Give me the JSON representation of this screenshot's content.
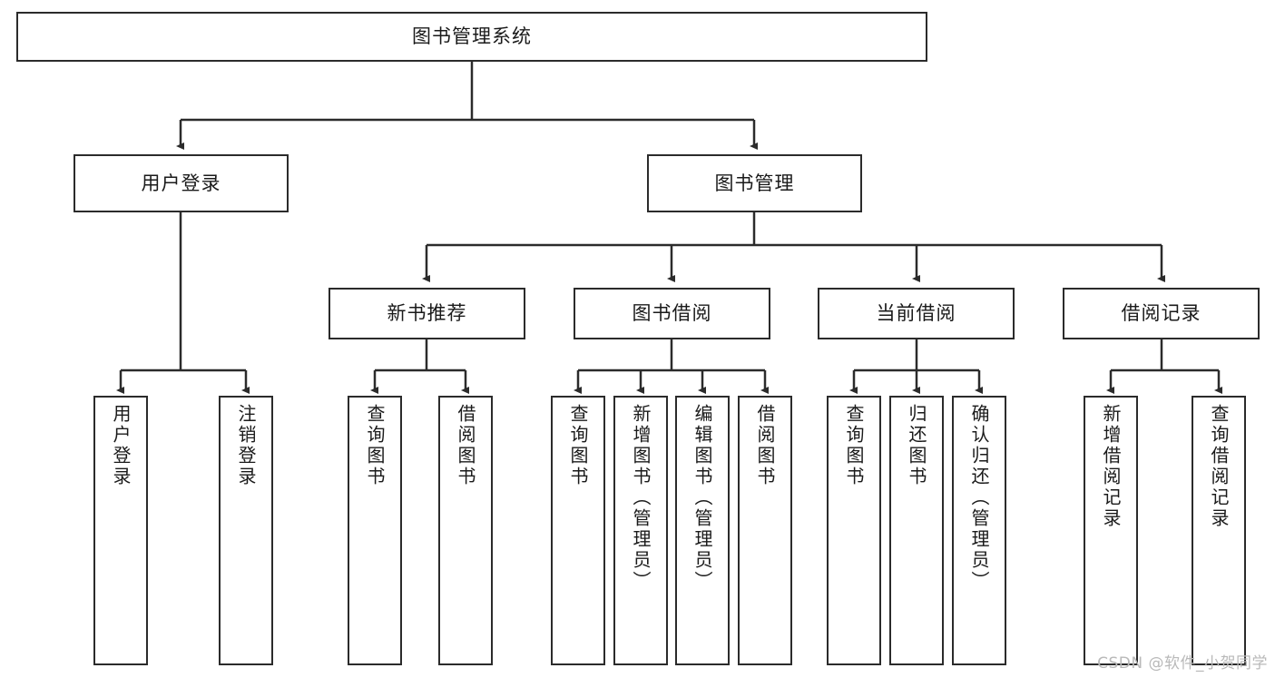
{
  "diagram": {
    "title": "图书管理系统",
    "type": "tree-hierarchy-flowchart",
    "watermark": "CSDN @软件_小贺同学",
    "colors": {
      "box_border": "#2b2b2b",
      "box_fill": "#ffffff",
      "edge": "#2b2b2b",
      "text": "#1a1a1a",
      "watermark": "#b9b9b9",
      "background": "#ffffff"
    }
  },
  "nodes": {
    "root": {
      "label": "图书管理系统"
    },
    "level1": [
      {
        "id": "user-login",
        "label": "用户登录"
      },
      {
        "id": "book-management",
        "label": "图书管理"
      }
    ],
    "level2": [
      {
        "id": "new-book-recommend",
        "label": "新书推荐"
      },
      {
        "id": "book-borrow",
        "label": "图书借阅"
      },
      {
        "id": "current-borrow",
        "label": "当前借阅"
      },
      {
        "id": "borrow-record",
        "label": "借阅记录"
      }
    ],
    "leaves": {
      "user_login": [
        {
          "id": "leaf-user-login",
          "label": "用户登录"
        },
        {
          "id": "leaf-logout-login",
          "label": "注销登录"
        }
      ],
      "new_book_recommend": [
        {
          "id": "leaf-query-book-1",
          "label": "查询图书"
        },
        {
          "id": "leaf-borrow-book-1",
          "label": "借阅图书"
        }
      ],
      "book_borrow": [
        {
          "id": "leaf-query-book-2",
          "label": "查询图书"
        },
        {
          "id": "leaf-add-book",
          "label": "新增图书（管理员）"
        },
        {
          "id": "leaf-edit-book",
          "label": "编辑图书（管理员）"
        },
        {
          "id": "leaf-borrow-book-2",
          "label": "借阅图书"
        }
      ],
      "current_borrow": [
        {
          "id": "leaf-query-book-3",
          "label": "查询图书"
        },
        {
          "id": "leaf-return-book",
          "label": "归还图书"
        },
        {
          "id": "leaf-confirm-return",
          "label": "确认归还（管理员）"
        }
      ],
      "borrow_record": [
        {
          "id": "leaf-add-record",
          "label": "新增借阅记录"
        },
        {
          "id": "leaf-query-record",
          "label": "查询借阅记录"
        }
      ]
    }
  }
}
